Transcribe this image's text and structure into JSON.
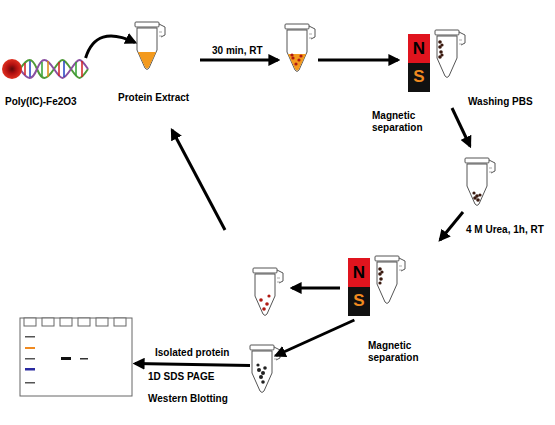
{
  "diagram": {
    "nodes": [
      {
        "text": [
          "Poly(IC)-Fe2O3"
        ]
      },
      {
        "text": [
          "Protein Extract"
        ]
      },
      {
        "text": [
          "Magnetic separation"
        ]
      },
      {
        "text": [
          "Magnetic separation"
        ]
      },
      {
        "text": [
          "Isolated protein"
        ]
      },
      {
        "text": [
          "1D SDS PAGE",
          "Western Blotting"
        ]
      }
    ],
    "edges": [
      {
        "from": 0,
        "to": 1,
        "arrow": "to"
      },
      {
        "from": 3,
        "to": 4,
        "arrow": "to"
      },
      {
        "from": 4,
        "to": 5,
        "arrow": "to"
      }
    ],
    "labels": [
      "30 min, RT",
      "N",
      "S",
      "Washing PBS",
      "4 M Urea, 1h, RT",
      "N",
      "S"
    ]
  }
}
